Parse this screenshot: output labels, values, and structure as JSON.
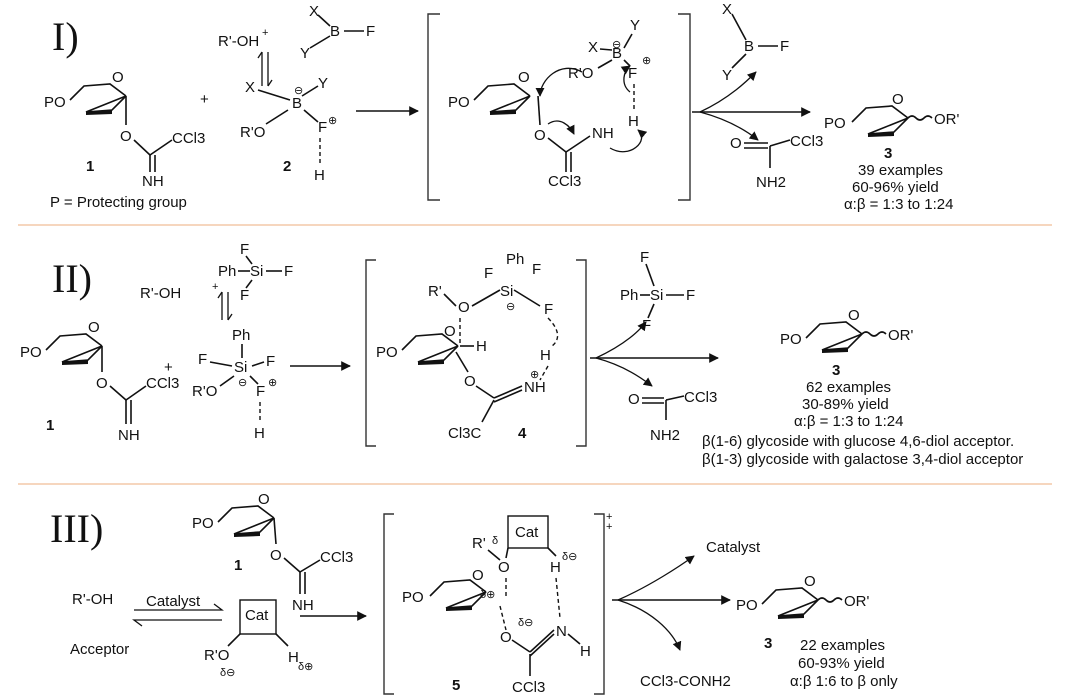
{
  "panel1": {
    "roman": "I)",
    "alcohol": "R'-OH",
    "plus_small": "+",
    "plus": "+",
    "pg_note": "P = Protecting group",
    "label1": "1",
    "label2": "2",
    "label3": "3",
    "donor_po": "PO",
    "donor_o": "O",
    "ccl3": "CCl3",
    "nh": "NH",
    "nh2": "NH2",
    "reagent_x": "X",
    "reagent_y": "Y",
    "reagent_b": "B",
    "reagent_f": "F",
    "ro": "R'O",
    "h": "H",
    "or_prime": "OR'",
    "stats": [
      "39 examples",
      "60-96% yield",
      "α:β = 1:3 to 1:24"
    ]
  },
  "panel2": {
    "roman": "II)",
    "alcohol": "R'-OH",
    "plus_small": "+",
    "plus": "+",
    "label1": "1",
    "label3": "3",
    "label4": "4",
    "ph": "Ph",
    "si": "Si",
    "f": "F",
    "r_prime": "R'",
    "ro": "R'O",
    "cl3c": "Cl3C",
    "stats": [
      "62 examples",
      "30-89% yield",
      "α:β = 1:3 to 1:24"
    ],
    "notes": [
      "β(1-6) glycoside with glucose 4,6-diol acceptor.",
      "β(1-3) glycoside with galactose 3,4-diol acceptor"
    ]
  },
  "panel3": {
    "roman": "III)",
    "alcohol": "R'-OH",
    "catalyst": "Catalyst",
    "acceptor": "Acceptor",
    "cat": "Cat",
    "label1": "1",
    "label3": "3",
    "label5": "5",
    "delta_minus": "δ⊖",
    "delta": "δ",
    "delta_plus": "δ⊕",
    "charge_plus": "+",
    "byproduct": "CCl3-CONH2",
    "stats": [
      "22 examples",
      "60-93% yield",
      "α:β 1:6 to β only"
    ]
  }
}
